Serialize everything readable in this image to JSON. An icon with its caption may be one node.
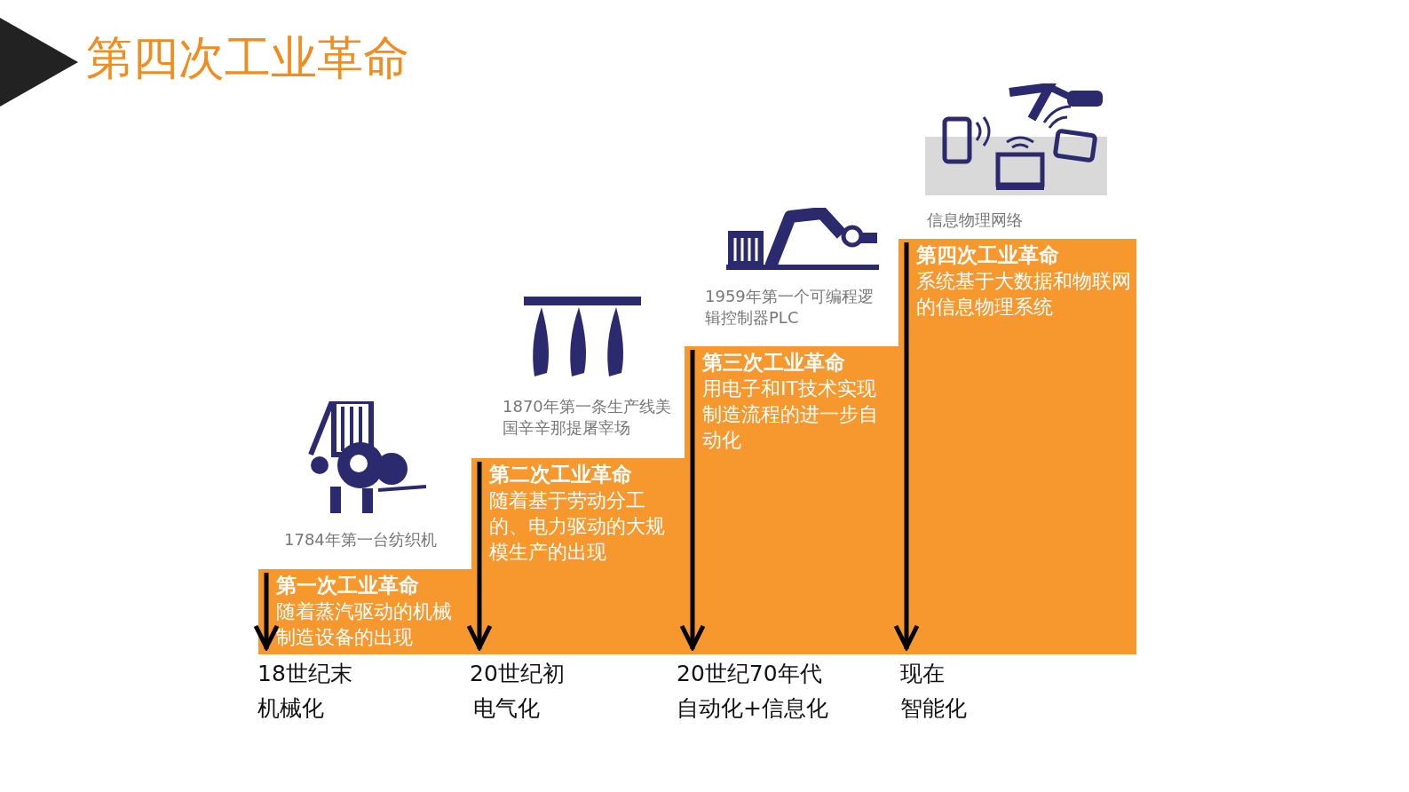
{
  "diagram": {
    "title": "第四次工业革命",
    "nodes": [
      {
        "text": [
          "第一次工业革命",
          "随着蒸汽驱动的机械制造设备的出现"
        ]
      },
      {
        "text": [
          "第二次工业革命",
          "随着基于劳动分工的、电力驱动的大规模生产的出现"
        ]
      },
      {
        "text": [
          "第三次工业革命",
          "用电子和IT技术实现制造流程的进一步自动化"
        ]
      },
      {
        "text": [
          "第四次工业革命",
          "系统基于大数据和物联网的信息物理系统"
        ]
      }
    ],
    "labels": [
      "信息物理网络",
      "1959年第一个可编程逻辑控制器PLC",
      "1870年第一条生产线美国辛辛那提屠宰场",
      "1784年第一台纺织机",
      "18世纪末",
      "机械化",
      "20世纪初",
      "电气化",
      "20世纪70年代",
      "自动化+信息化",
      "现在",
      "智能化"
    ]
  }
}
